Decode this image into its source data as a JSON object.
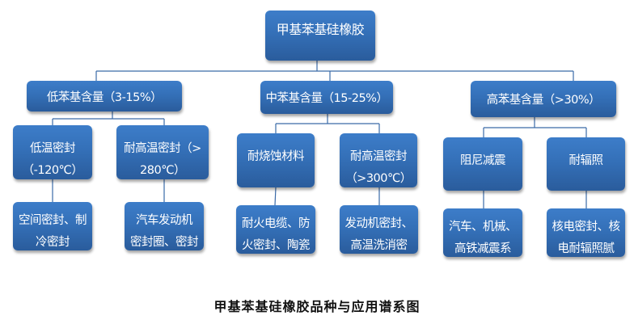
{
  "diagram": {
    "root": {
      "label": "甲基苯基硅橡胶"
    },
    "categories": [
      {
        "label": "低苯基含量（3-15%）",
        "items": [
          {
            "label_lines": [
              "低温密封",
              "（-120℃）"
            ],
            "applications": [
              "空间密封、制",
              "冷密封"
            ]
          },
          {
            "label_lines": [
              "耐高温密封（>",
              "280℃）"
            ],
            "applications": [
              "汽车发动机",
              "密封圈、密封"
            ]
          }
        ]
      },
      {
        "label": "中苯基含量（15-25%）",
        "items": [
          {
            "label_lines": [
              "耐烧蚀材料"
            ],
            "applications": [
              "耐火电缆、防",
              "火密封、陶瓷"
            ]
          },
          {
            "label_lines": [
              "耐高温密封",
              "（>300℃）"
            ],
            "applications": [
              "发动机密封、",
              "高温洗消密"
            ]
          }
        ]
      },
      {
        "label": "高苯基含量（>30%）",
        "items": [
          {
            "label_lines": [
              "阻尼减震"
            ],
            "applications": [
              "汽车、机械、",
              "高铁减震系"
            ]
          },
          {
            "label_lines": [
              "耐辐照"
            ],
            "applications": [
              "核电密封、核",
              "电耐辐照腻"
            ]
          }
        ]
      }
    ]
  },
  "caption": "甲基苯基硅橡胶品种与应用谱系图",
  "colors": {
    "node_fill_top": "#3d7dc9",
    "node_fill_bottom": "#2a5c9c",
    "connector": "#3a6aa8",
    "node_text": "#ffffff"
  }
}
